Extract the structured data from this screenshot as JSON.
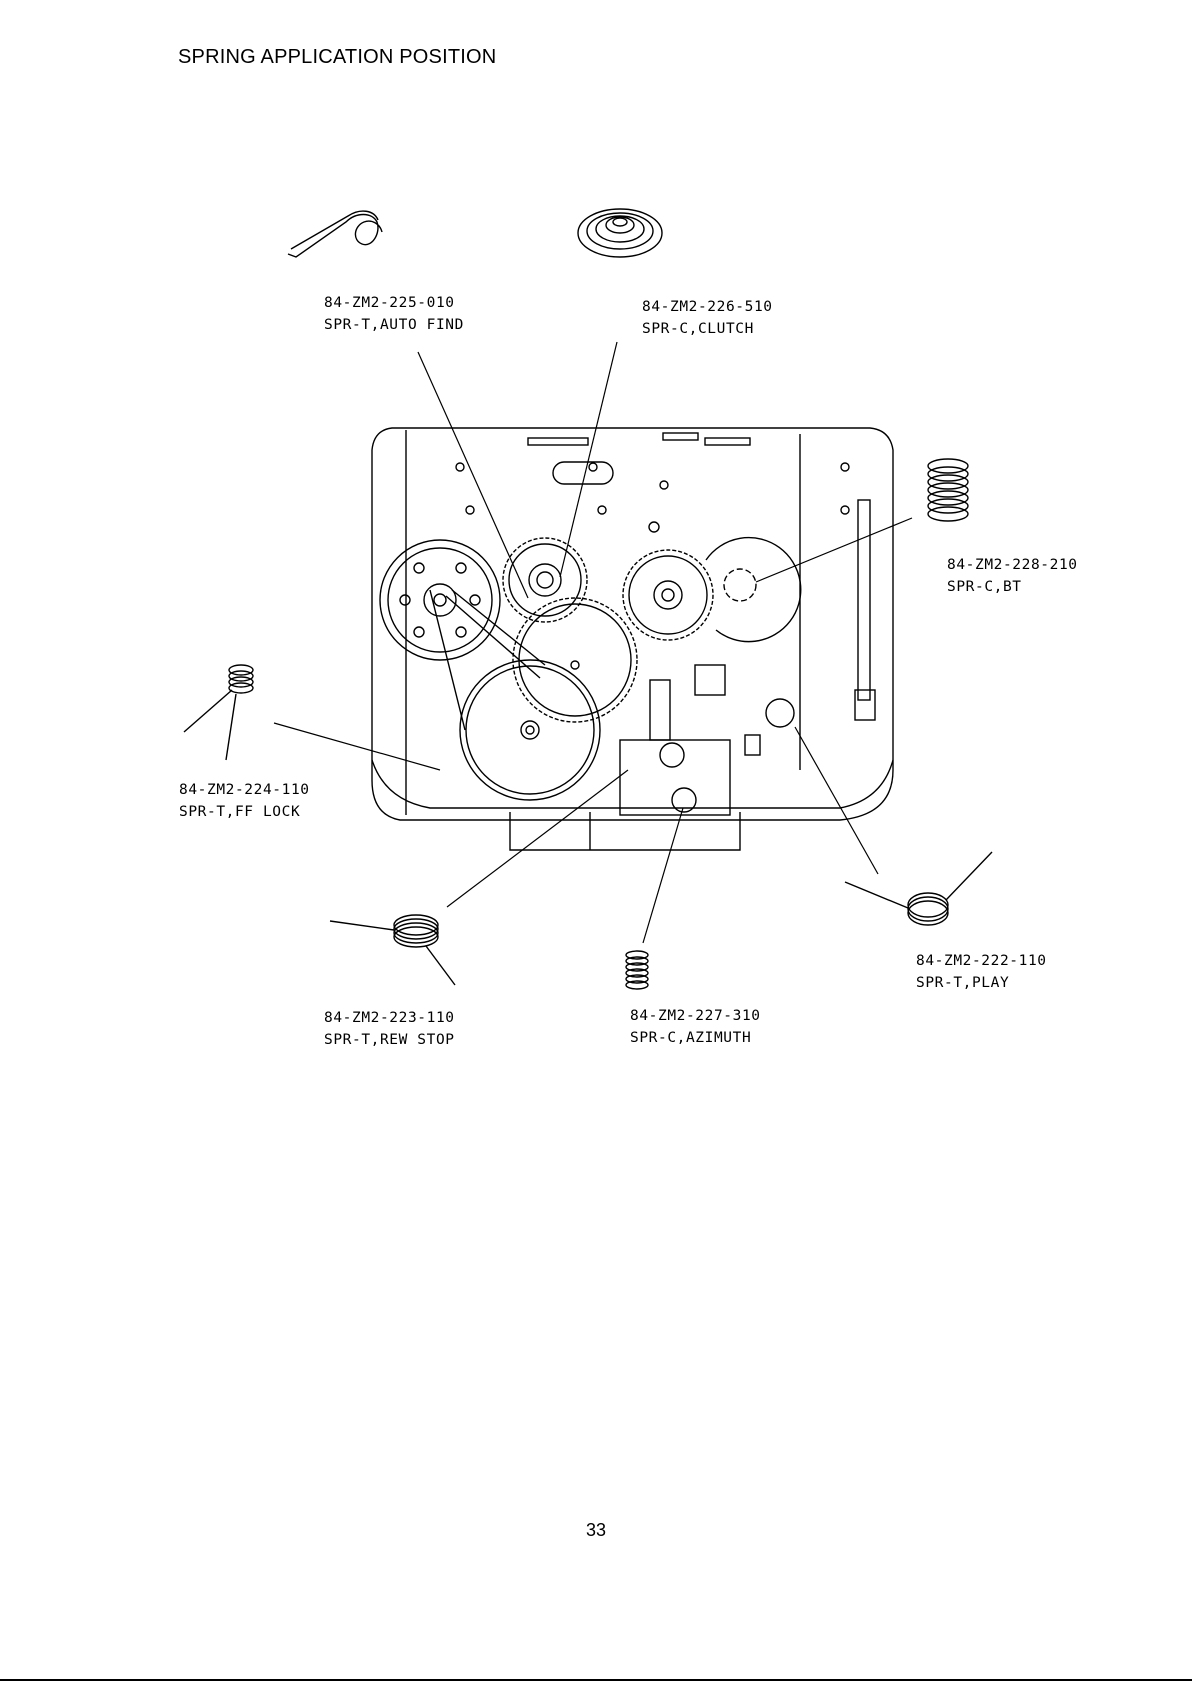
{
  "page": {
    "title": "SPRING APPLICATION POSITION",
    "page_number": "33"
  },
  "callouts": [
    {
      "id": "auto-find",
      "part_number": "84-ZM2-225-010",
      "name": "SPR-T,AUTO FIND"
    },
    {
      "id": "clutch",
      "part_number": "84-ZM2-226-510",
      "name": "SPR-C,CLUTCH"
    },
    {
      "id": "bt",
      "part_number": "84-ZM2-228-210",
      "name": "SPR-C,BT"
    },
    {
      "id": "ff-lock",
      "part_number": "84-ZM2-224-110",
      "name": "SPR-T,FF LOCK"
    },
    {
      "id": "play",
      "part_number": "84-ZM2-222-110",
      "name": "SPR-T,PLAY"
    },
    {
      "id": "rew-stop",
      "part_number": "84-ZM2-223-110",
      "name": "SPR-T,REW STOP"
    },
    {
      "id": "azimuth",
      "part_number": "84-ZM2-227-310",
      "name": "SPR-C,AZIMUTH"
    }
  ]
}
